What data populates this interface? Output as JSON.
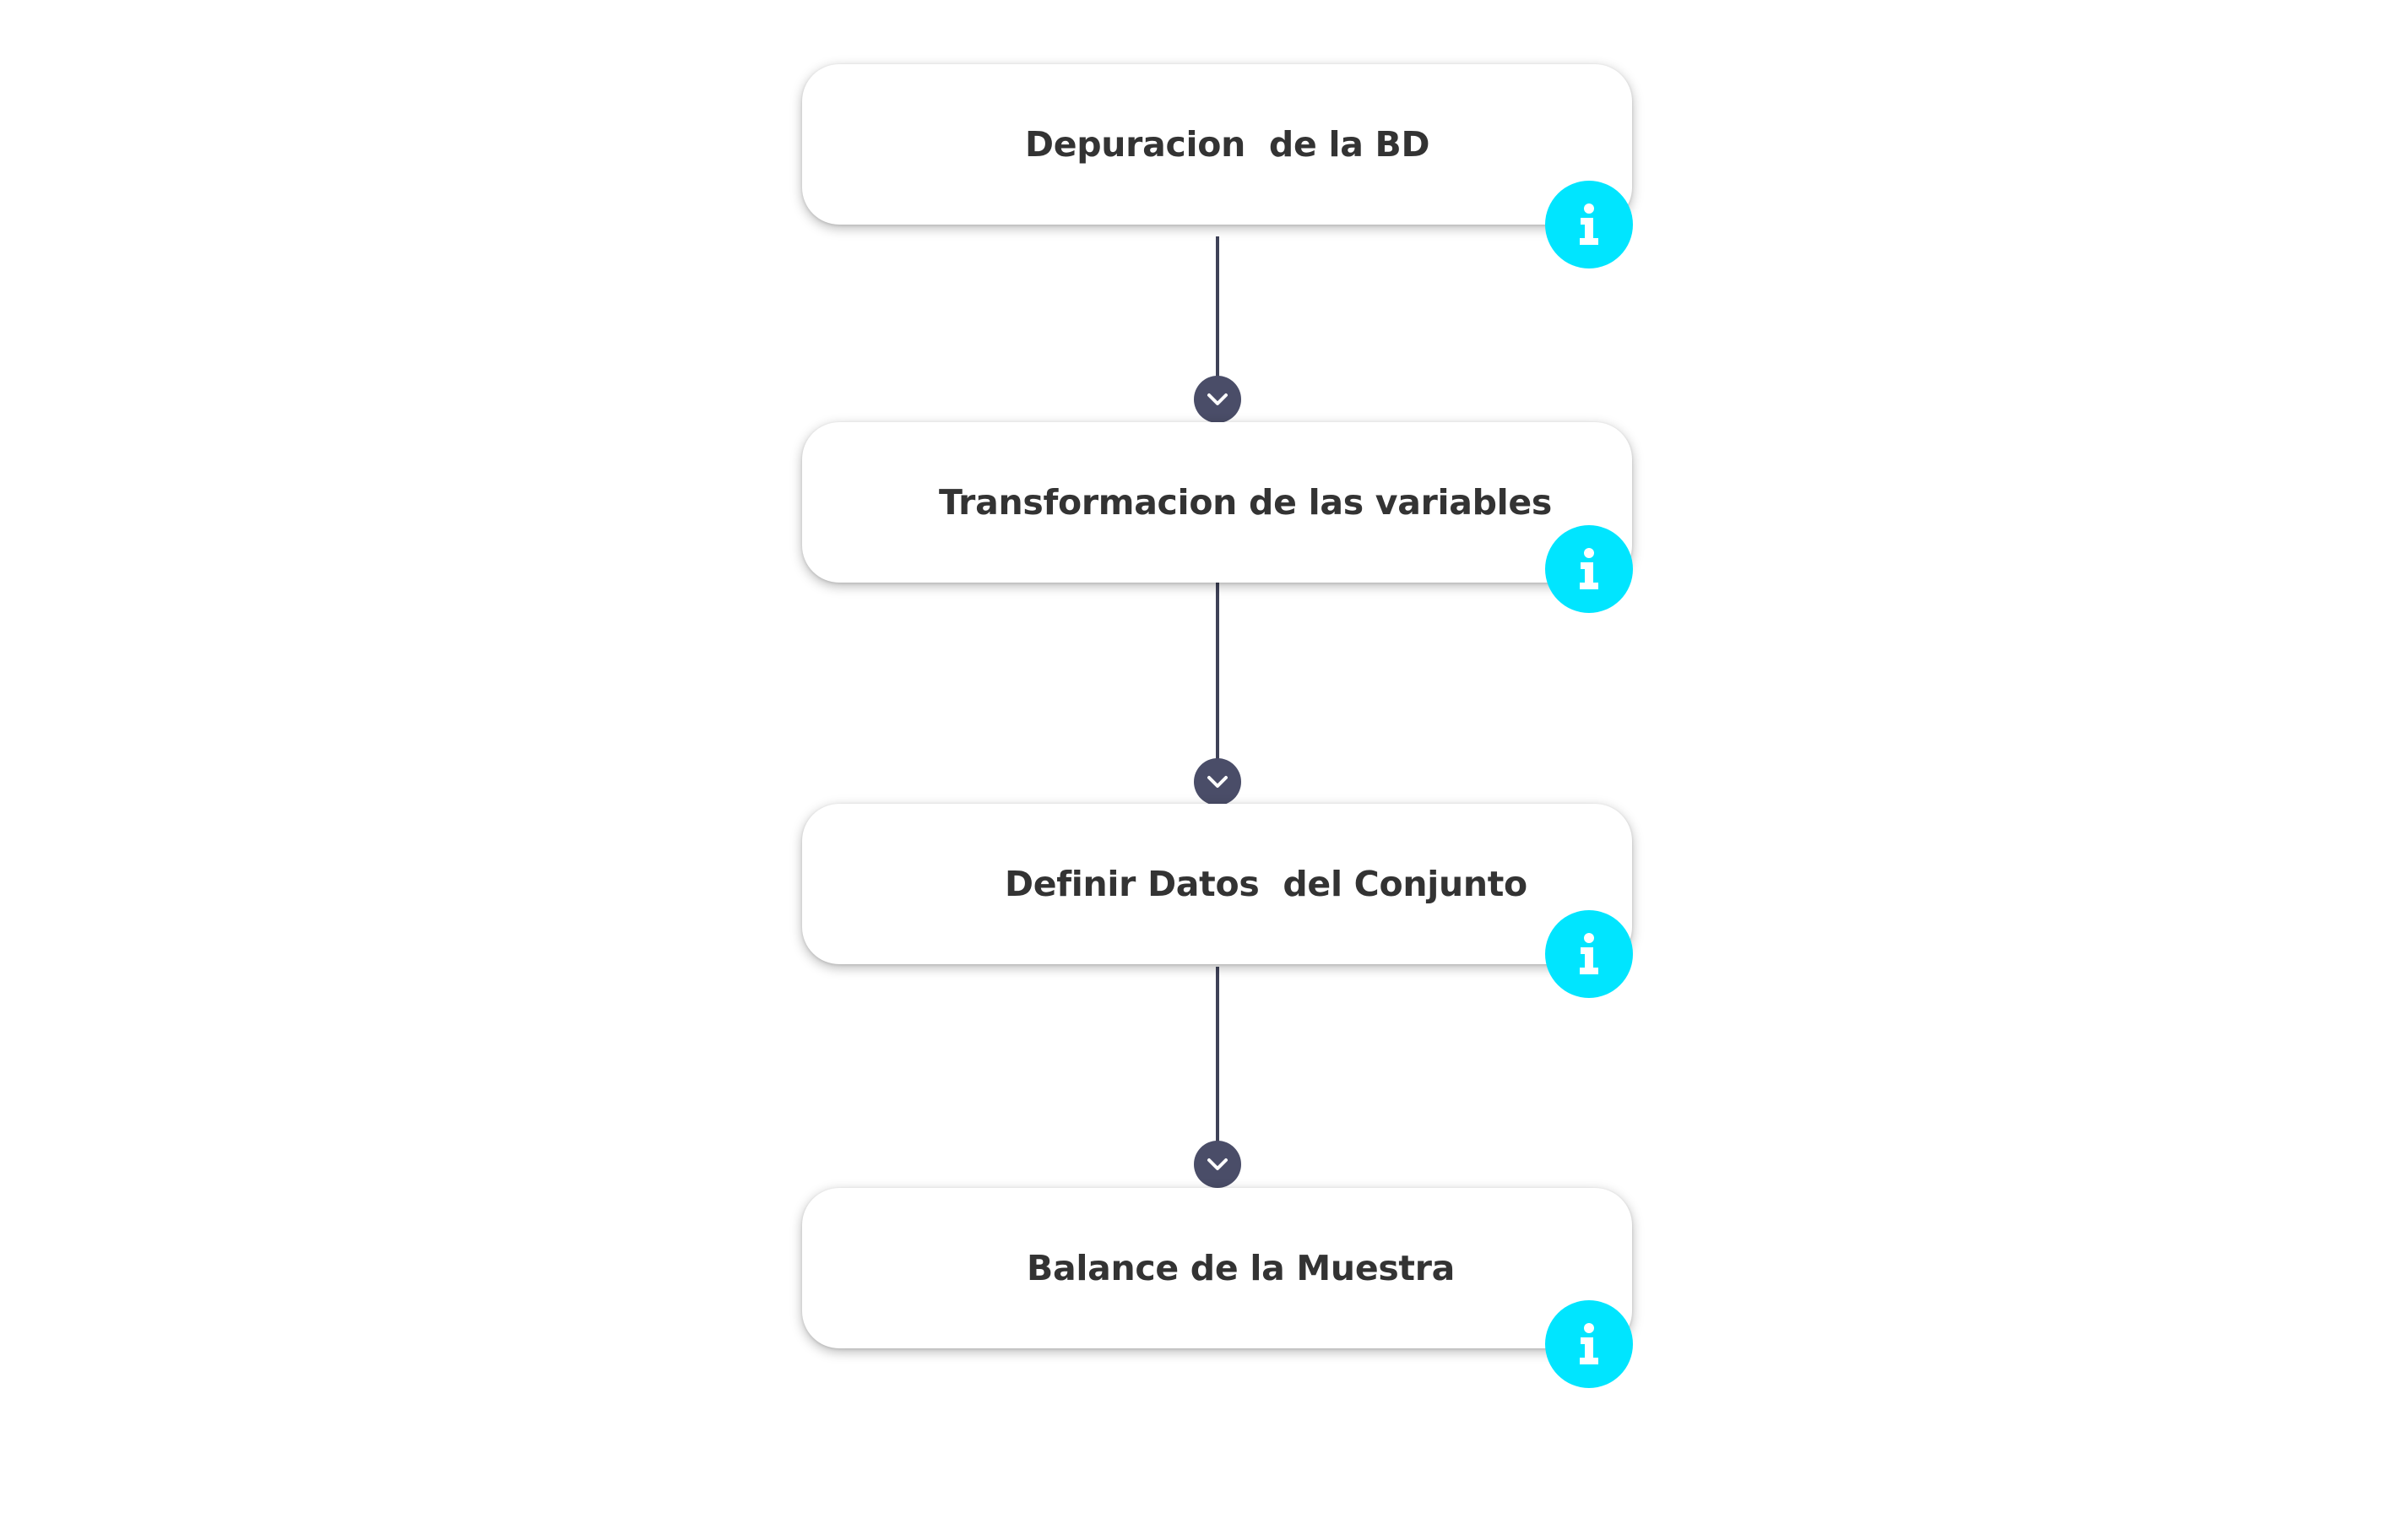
{
  "colors": {
    "card_background": "#ffffff",
    "label_text": "#333333",
    "info_accent": "#00e5ff",
    "connector": "#3f4258",
    "arrow_node": "#4a4d68"
  },
  "icons": {
    "info": "info-icon",
    "arrow": "chevron-down-icon"
  },
  "steps": [
    {
      "label": "Depuracion  de la BD"
    },
    {
      "label": "Transformacion de las variables"
    },
    {
      "label": "Definir Datos  del Conjunto"
    },
    {
      "label": "Balance de la Muestra"
    }
  ]
}
